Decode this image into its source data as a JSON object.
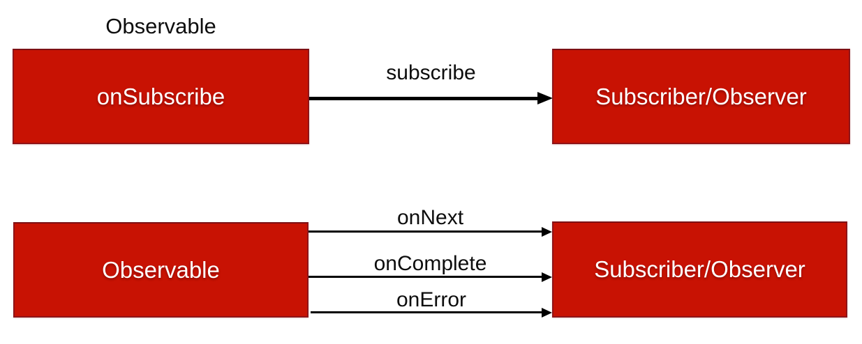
{
  "colors": {
    "background": "#ffffff",
    "box_fill": "#c81203",
    "box_border": "#8e1418",
    "arrow": "#000000",
    "box_text": "#ffffff",
    "caption_text": "#0d0d0d"
  },
  "top_flow": {
    "caption": "Observable",
    "source_box_label": "onSubscribe",
    "arrow_label": "subscribe",
    "target_box_label": "Subscriber/Observer"
  },
  "bottom_flow": {
    "source_box_label": "Observable",
    "arrows": [
      {
        "label": "onNext"
      },
      {
        "label": "onComplete"
      },
      {
        "label": "onError"
      }
    ],
    "target_box_label": "Subscriber/Observer"
  }
}
